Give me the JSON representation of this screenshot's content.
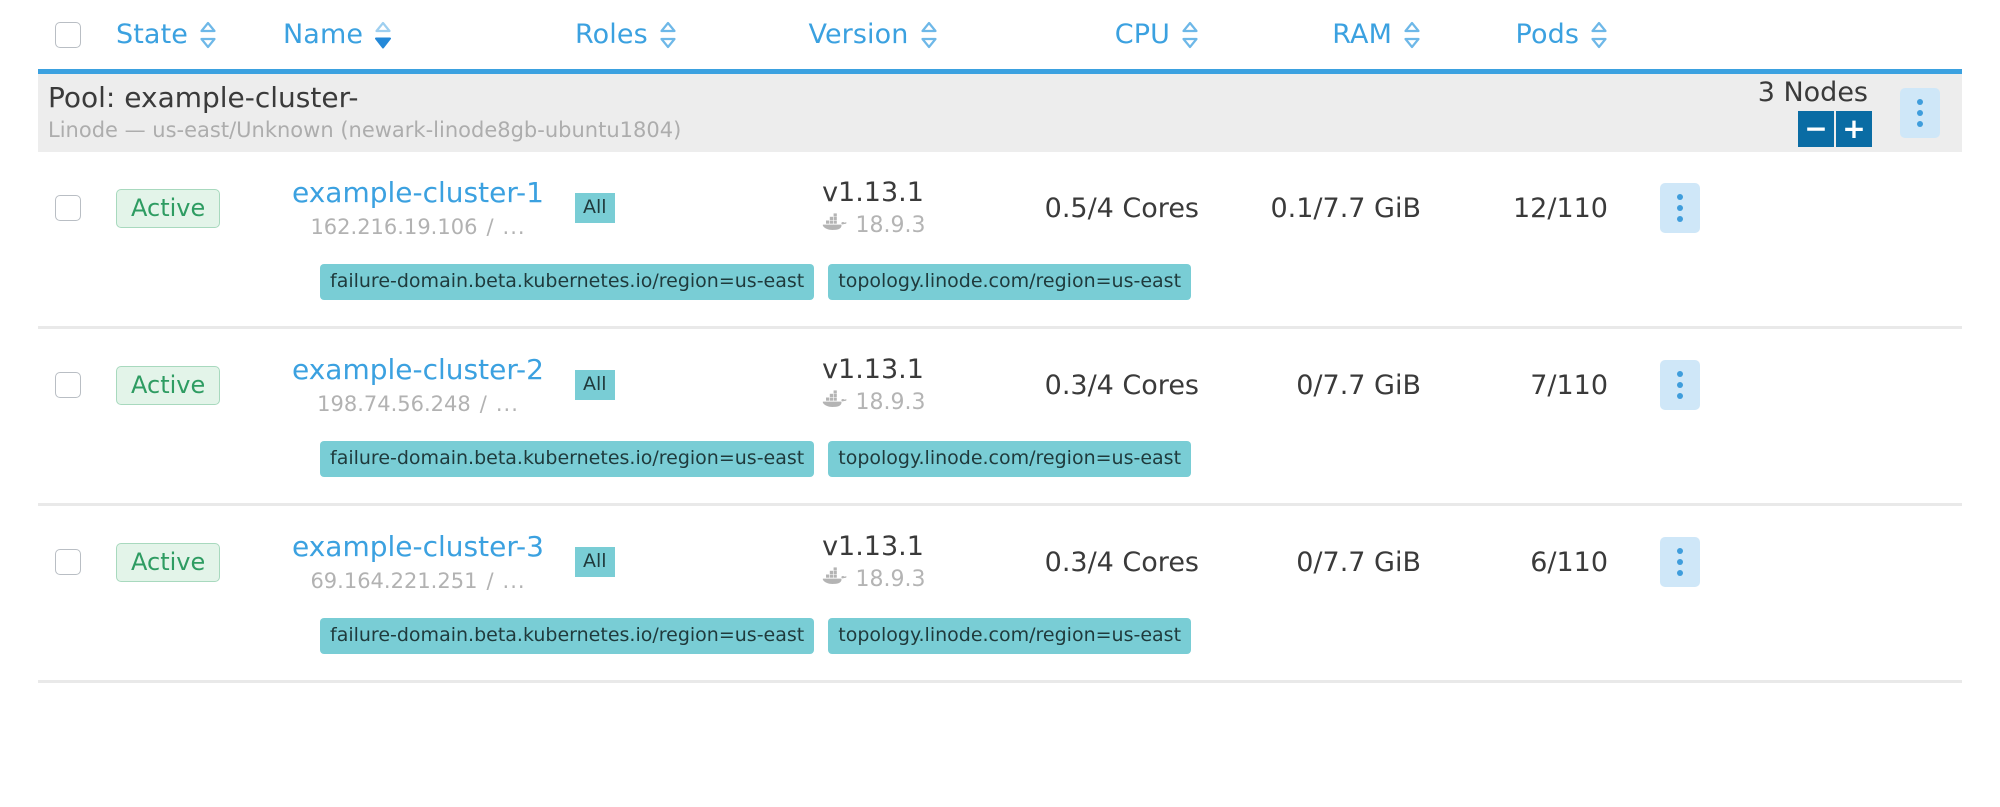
{
  "table": {
    "columns": [
      {
        "label": "State",
        "sort": "none"
      },
      {
        "label": "Name",
        "sort": "desc"
      },
      {
        "label": "Roles",
        "sort": "none"
      },
      {
        "label": "Version",
        "sort": "none"
      },
      {
        "label": "CPU",
        "sort": "none"
      },
      {
        "label": "RAM",
        "sort": "none"
      },
      {
        "label": "Pods",
        "sort": "none"
      }
    ],
    "select_all_checkbox": "unchecked"
  },
  "pool": {
    "title": "Pool: example-cluster-",
    "subtitle": "Linode — us-east/Unknown (newark-linode8gb-ubuntu1804)",
    "node_count_label": "3 Nodes",
    "decrement_label": "−",
    "increment_label": "+",
    "menu_label": "⋮"
  },
  "nodes": [
    {
      "state": "Active",
      "name": "example-cluster-1",
      "ip": "162.216.19.106",
      "ip_separator": "/",
      "ip_more": "...",
      "role": "All",
      "version": "v1.13.1",
      "docker_version": "18.9.3",
      "cpu": "0.5/4 Cores",
      "ram": "0.1/7.7 GiB",
      "pods": "12/110",
      "labels": [
        "failure-domain.beta.kubernetes.io/region=us-east",
        "topology.linode.com/region=us-east"
      ]
    },
    {
      "state": "Active",
      "name": "example-cluster-2",
      "ip": "198.74.56.248",
      "ip_separator": "/",
      "ip_more": "...",
      "role": "All",
      "version": "v1.13.1",
      "docker_version": "18.9.3",
      "cpu": "0.3/4 Cores",
      "ram": "0/7.7 GiB",
      "pods": "7/110",
      "labels": [
        "failure-domain.beta.kubernetes.io/region=us-east",
        "topology.linode.com/region=us-east"
      ]
    },
    {
      "state": "Active",
      "name": "example-cluster-3",
      "ip": "69.164.221.251",
      "ip_separator": "/",
      "ip_more": "...",
      "role": "All",
      "version": "v1.13.1",
      "docker_version": "18.9.3",
      "cpu": "0.3/4 Cores",
      "ram": "0/7.7 GiB",
      "pods": "6/110",
      "labels": [
        "failure-domain.beta.kubernetes.io/region=us-east",
        "topology.linode.com/region=us-east"
      ]
    }
  ],
  "colors": {
    "header_accent": "#3ba1e0",
    "link": "#3ba1e0",
    "pool_band": "#ededed",
    "stepper": "#0a6ca4",
    "chip_teal": "#79cdd5",
    "badge_green_text": "#2e9c62",
    "badge_green_bg": "#e3f4e9",
    "kebab_bg": "#cfe7f8"
  },
  "icons": {
    "sort": "sort-chevrons-icon",
    "docker": "docker-whale-icon",
    "kebab": "kebab-menu-icon",
    "checkbox": "checkbox-icon"
  }
}
